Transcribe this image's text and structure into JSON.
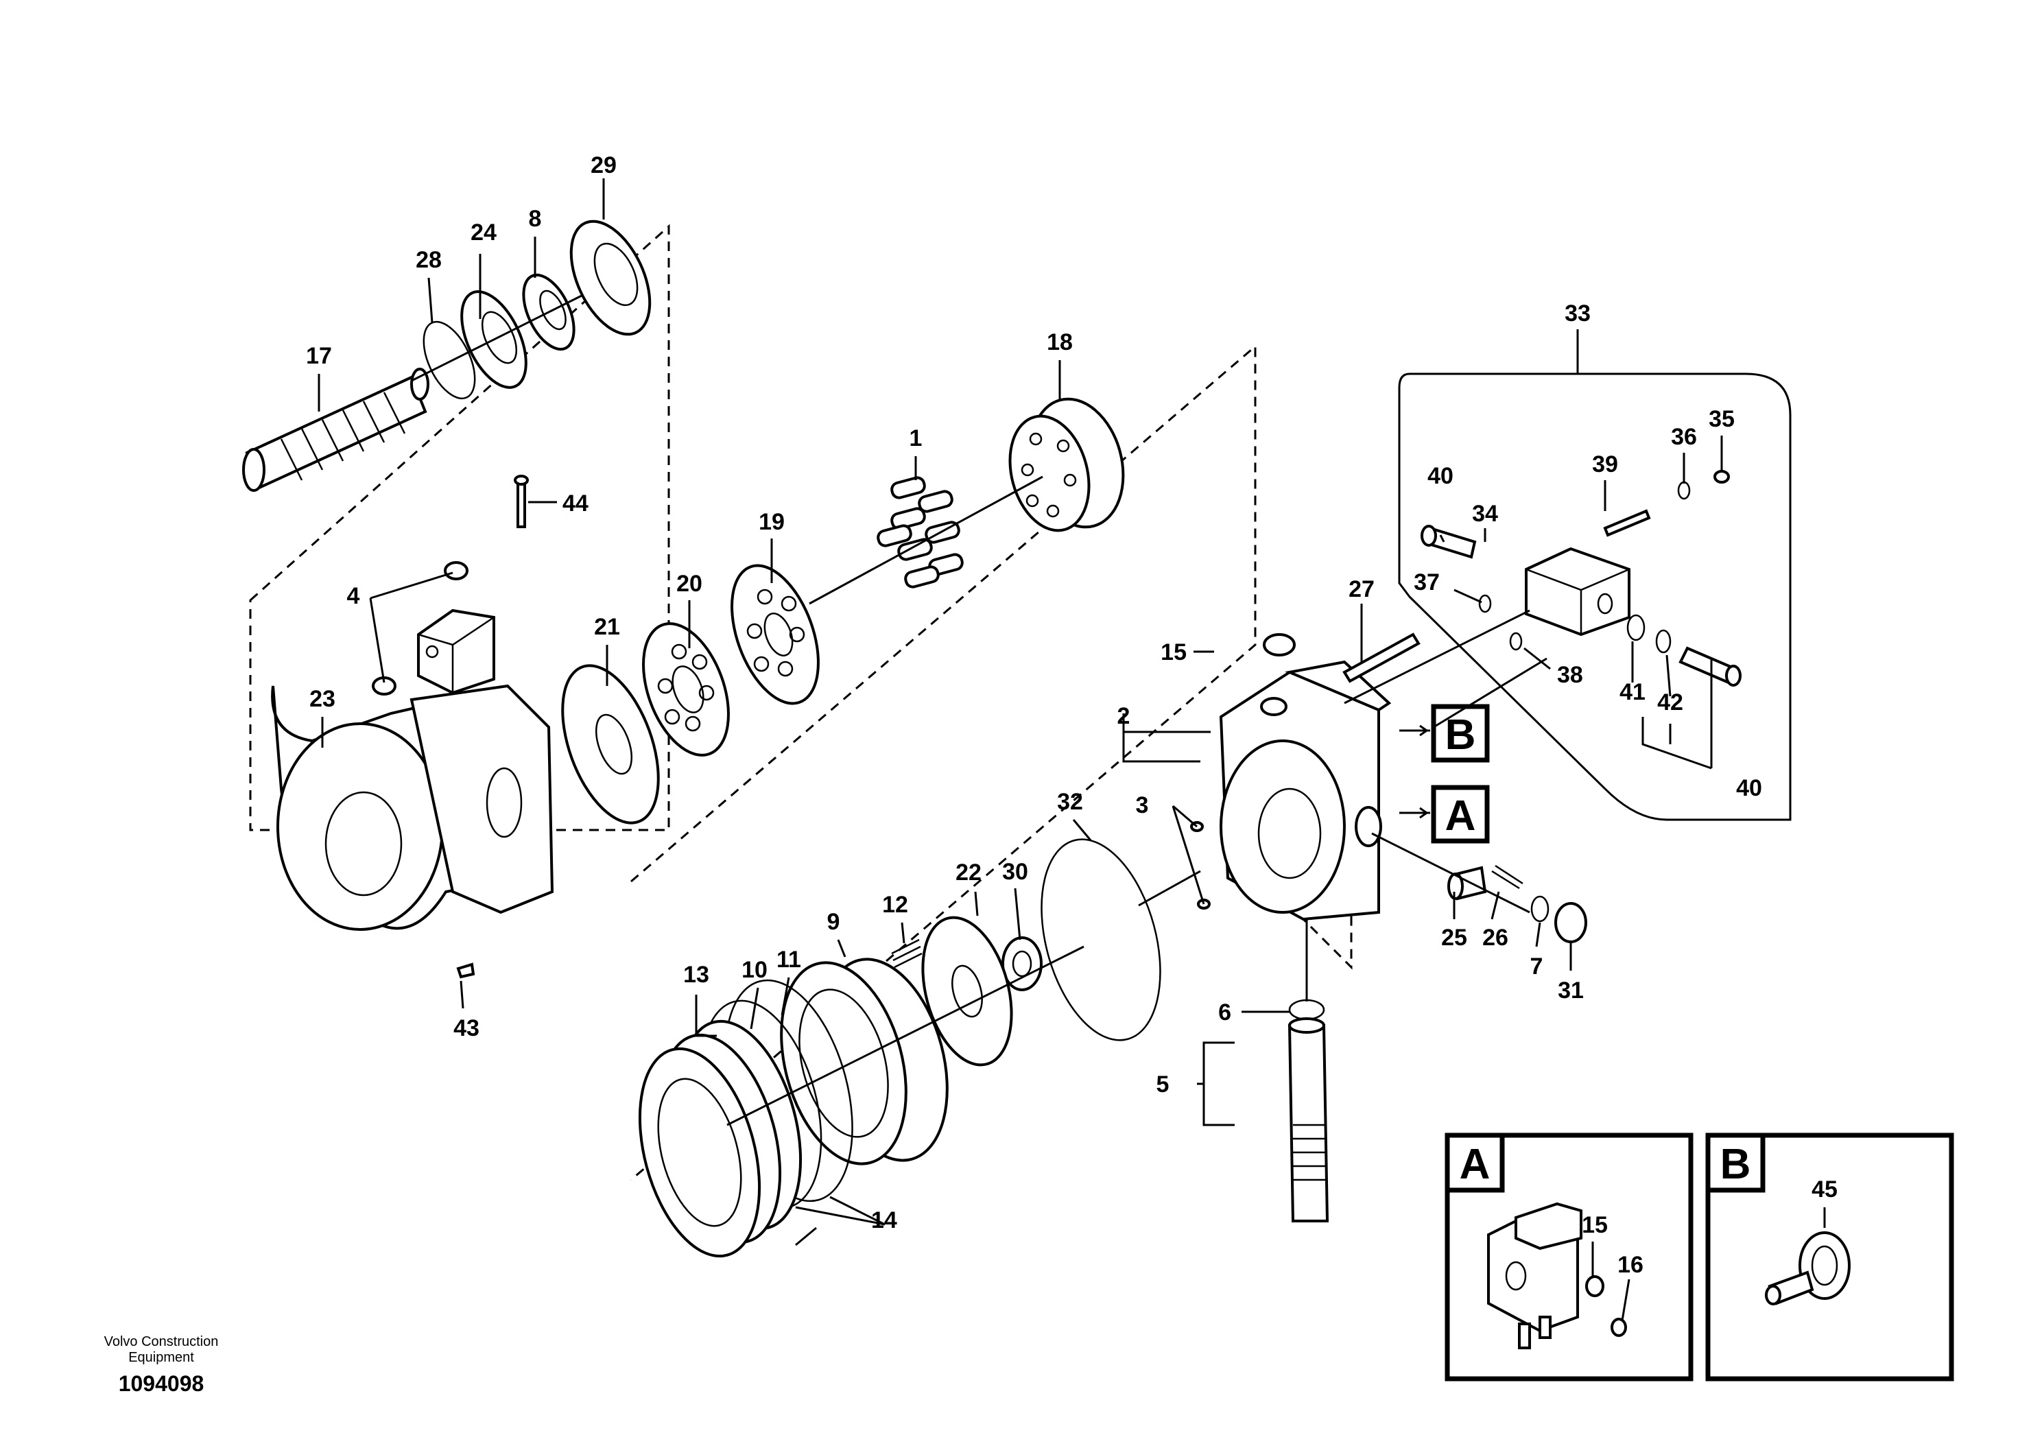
{
  "callouts": {
    "c1": "1",
    "c2": "2",
    "c3": "3",
    "c4": "4",
    "c5": "5",
    "c6": "6",
    "c7": "7",
    "c8": "8",
    "c9": "9",
    "c10": "10",
    "c11": "11",
    "c12": "12",
    "c13": "13",
    "c14": "14",
    "c15": "15",
    "c16": "16",
    "c17": "17",
    "c18": "18",
    "c19": "19",
    "c20": "20",
    "c21": "21",
    "c22": "22",
    "c23": "23",
    "c24": "24",
    "c25": "25",
    "c26": "26",
    "c27": "27",
    "c28": "28",
    "c29": "29",
    "c30": "30",
    "c31": "31",
    "c32": "32",
    "c33": "33",
    "c34": "34",
    "c35": "35",
    "c36": "36",
    "c37": "37",
    "c38": "38",
    "c39": "39",
    "c40": "40",
    "c41": "41",
    "c42": "42",
    "c43": "43",
    "c44": "44",
    "c45": "45"
  },
  "refs": {
    "a": "A",
    "b": "B"
  },
  "detail_a": {
    "title": "A",
    "c15": "15",
    "c16": "16"
  },
  "detail_b": {
    "title": "B",
    "c45": "45"
  },
  "footer": {
    "brand_line1": "Volvo Construction",
    "brand_line2": "Equipment",
    "drawing_number": "1094098"
  }
}
